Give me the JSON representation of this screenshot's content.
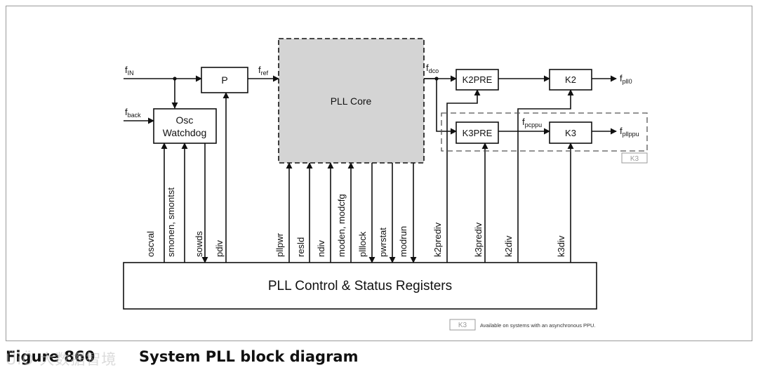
{
  "colors": {
    "ink": "#111111",
    "core_fill": "#d4d4d4",
    "group_stroke": "#555555",
    "legend_gray": "#9a9a9a"
  },
  "diagram": {
    "blocks": {
      "p": "P",
      "osc_line1": "Osc",
      "osc_line2": "Watchdog",
      "pll_core": "PLL Core",
      "k2pre": "K2PRE",
      "k2": "K2",
      "k3pre": "K3PRE",
      "k3": "K3",
      "registers": "PLL Control & Status Registers"
    },
    "signals": {
      "fin": {
        "base": "f",
        "sub": "IN"
      },
      "fback": {
        "base": "f",
        "sub": "back"
      },
      "fref": {
        "base": "f",
        "sub": "ref"
      },
      "fdco": {
        "base": "f",
        "sub": "dco"
      },
      "fpcppu": {
        "base": "f",
        "sub": "pcppu"
      },
      "fpll0": {
        "base": "f",
        "sub": "pll0"
      },
      "fpllppu": {
        "base": "f",
        "sub": "pllppu"
      }
    },
    "reg_signals": {
      "oscval": "oscval",
      "smonen": "smonen, smontst",
      "sowds": "sowds",
      "pdiv": "pdiv",
      "pllpwr": "pllpwr",
      "resld": "resld",
      "ndiv": "ndiv",
      "moden": "moden, modcfg",
      "plllock": "plllock",
      "pwrstat": "pwrstat",
      "modrun": "modrun",
      "k2prediv": "k2prediv",
      "k3prediv": "k3prediv",
      "k2div": "k2div",
      "k3div": "k3div"
    },
    "group_tag": "K3",
    "legend": {
      "tag": "K3",
      "text": "Available on systems with an asynchronous PPU."
    }
  },
  "caption": {
    "figure_number": "Figure 860",
    "title": "System PLL block diagram"
  },
  "watermark": "ÜiÖ 大数据智境"
}
